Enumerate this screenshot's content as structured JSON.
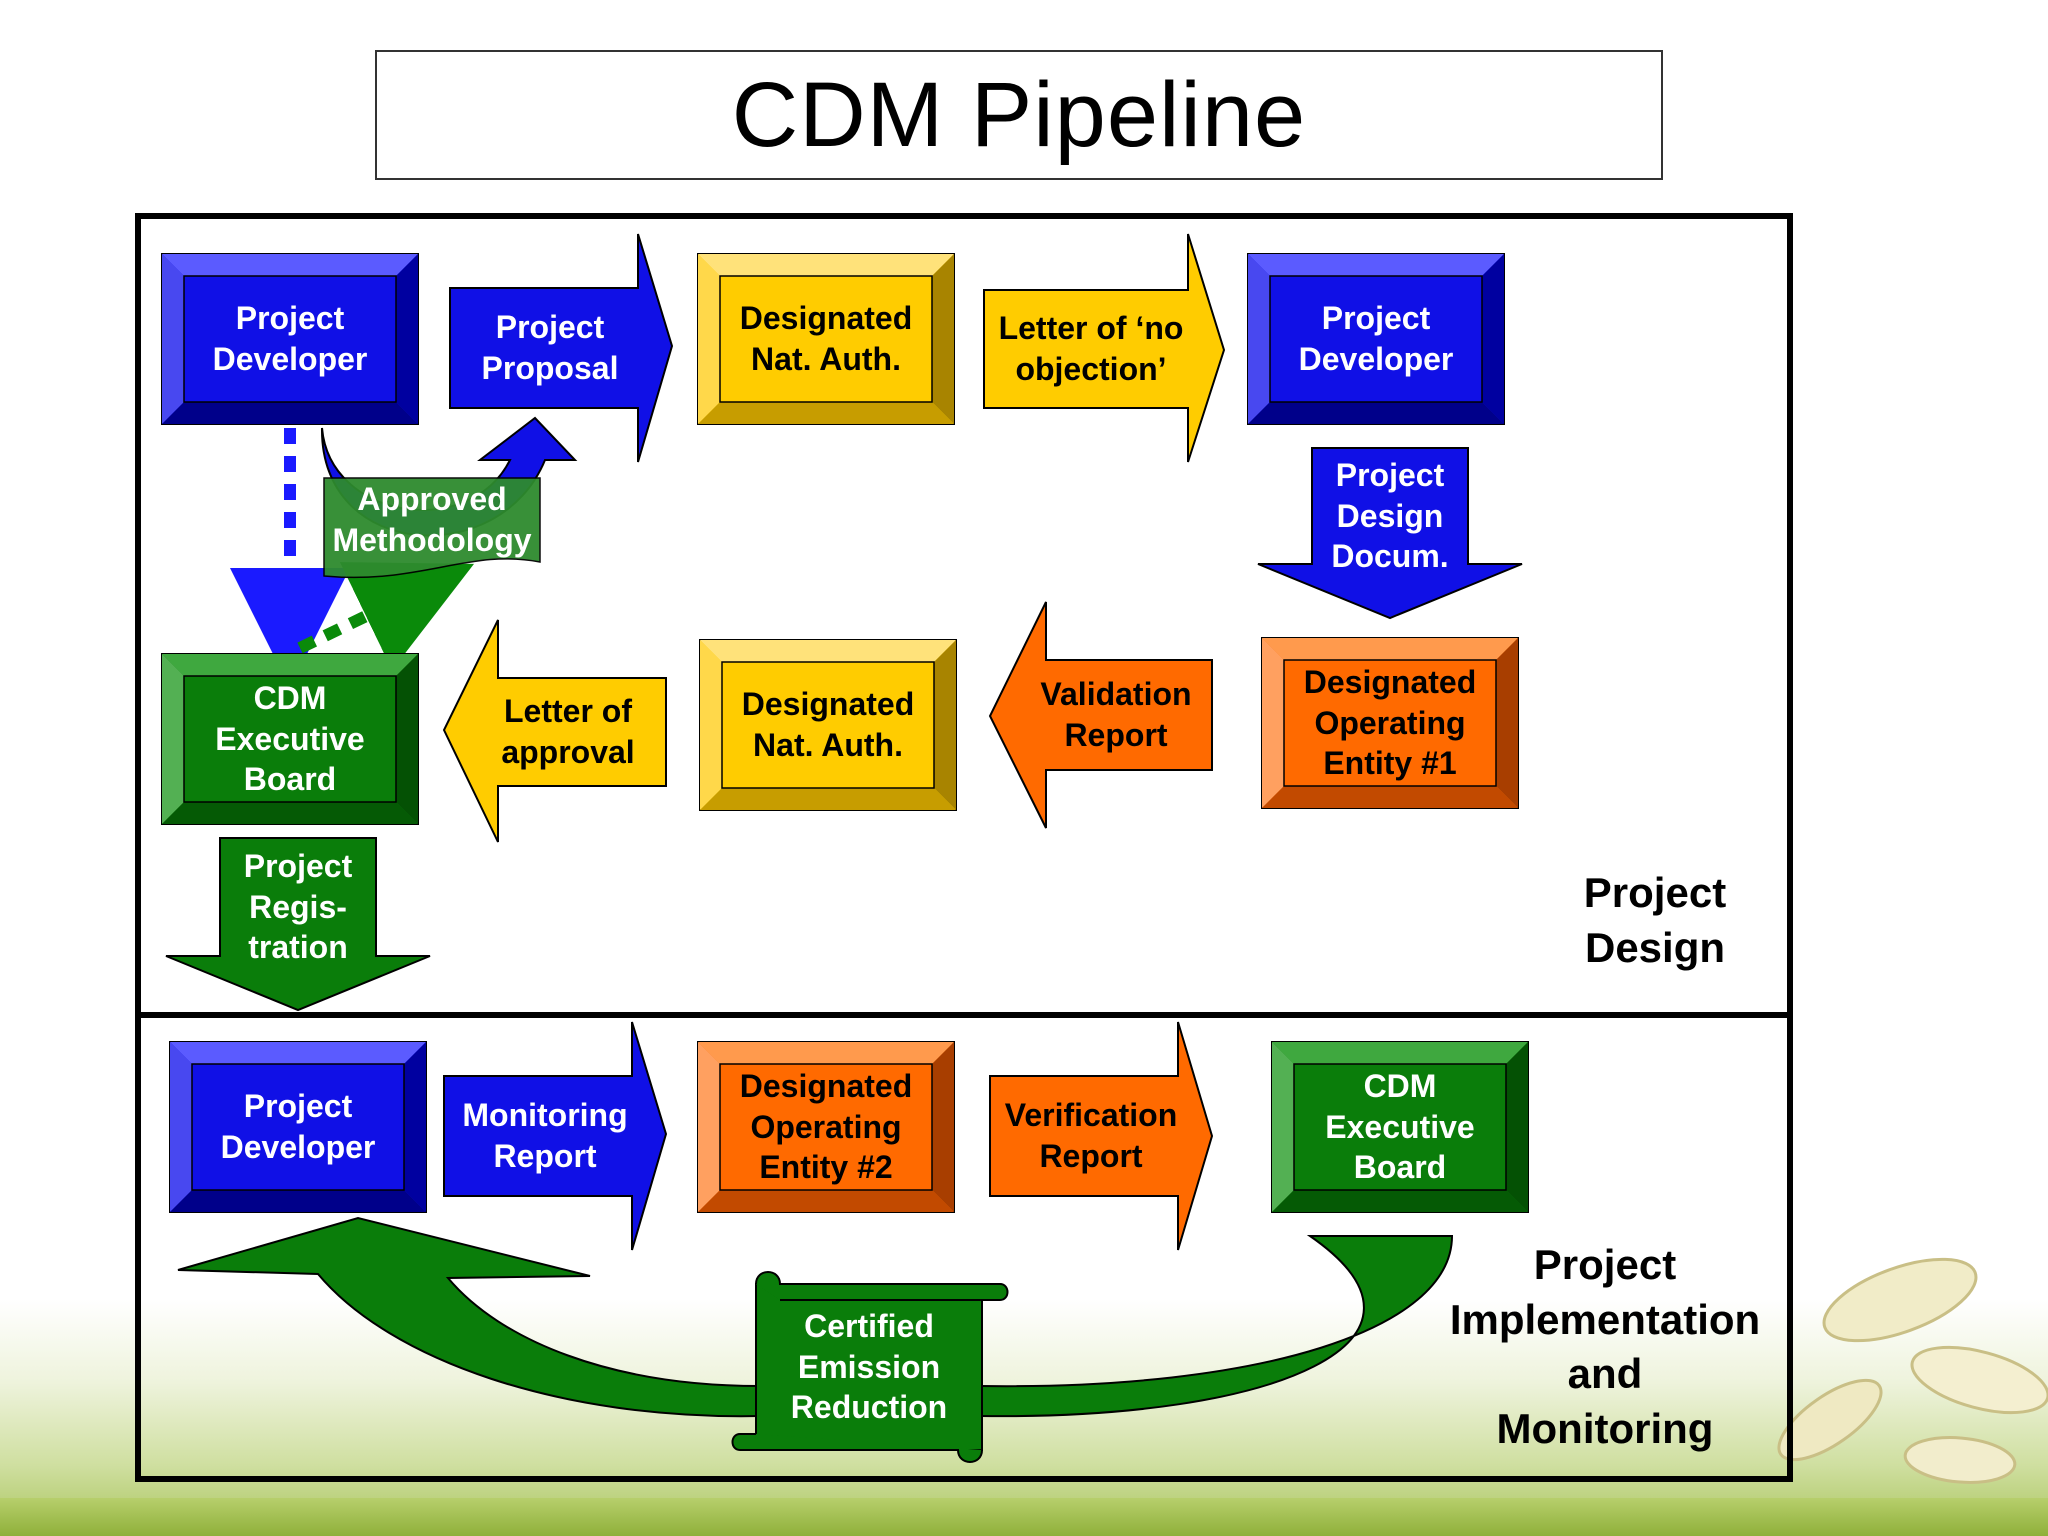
{
  "title": "CDM Pipeline",
  "colors": {
    "blue": "#1010e6",
    "blue_dark": "#0000a8",
    "yellow": "#ffcc00",
    "yellow_dark": "#b38f00",
    "orange": "#ff6a00",
    "orange_dark": "#b54000",
    "green": "#0a7d0a",
    "green_dark": "#045104"
  },
  "project_design": {
    "section_label_1": "Project",
    "section_label_2": "Design",
    "developer_1": "Project Developer",
    "proposal": "Project Proposal",
    "dna_1": "Designated Nat. Auth.",
    "no_objection": "Letter of ‘no objection’",
    "developer_2": "Project Developer",
    "pdd": "Project Design Docum.",
    "methodology": "Approved Methodology",
    "eb_1": "CDM Executive Board",
    "approval": "Letter of approval",
    "dna_2": "Designated Nat. Auth.",
    "validation": "Validation Report",
    "doe_1": "Designated Operating Entity #1",
    "registration": "Project Regis- tration"
  },
  "implementation": {
    "section_label_1": "Project",
    "section_label_2": "Implementation",
    "section_label_3": "and",
    "section_label_4": "Monitoring",
    "developer_3": "Project Developer",
    "monitoring": "Monitoring Report",
    "doe_2": "Designated Operating Entity #2",
    "verification": "Verification Report",
    "eb_2": "CDM Executive Board",
    "cer": "Certified Emission Reduction"
  }
}
